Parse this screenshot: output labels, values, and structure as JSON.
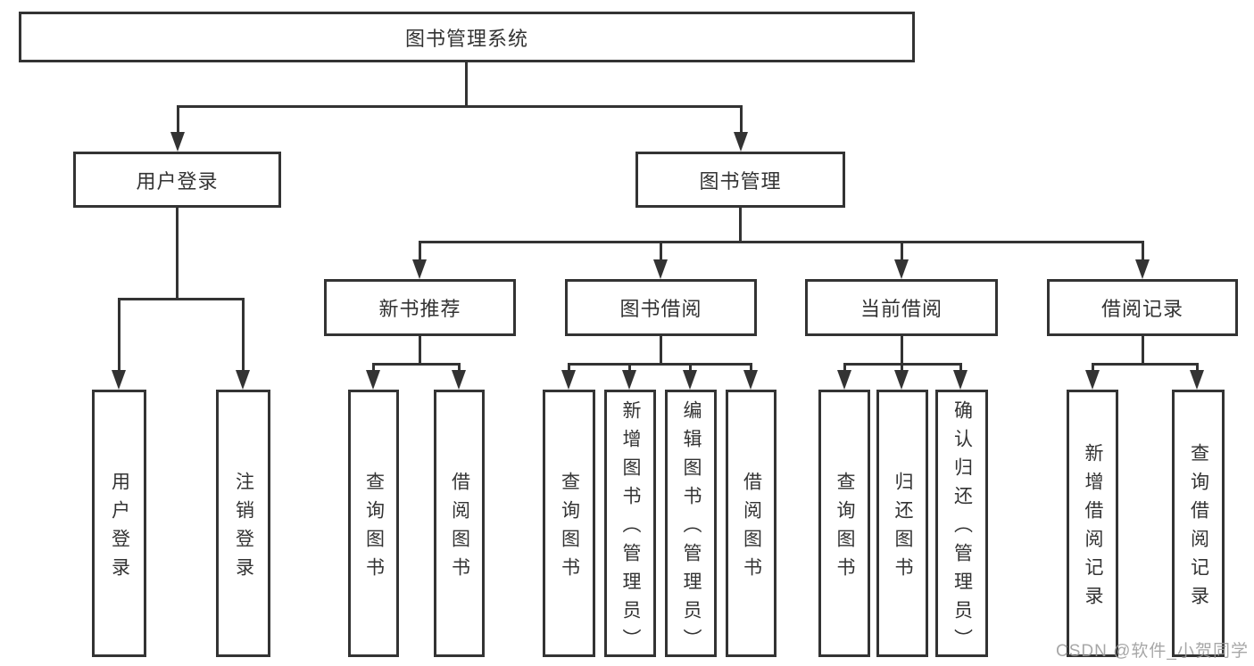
{
  "diagram": {
    "root": {
      "label": "图书管理系统"
    },
    "branches": [
      {
        "label": "用户登录",
        "children": [
          {
            "label": "用户登录"
          },
          {
            "label": "注销登录"
          }
        ]
      },
      {
        "label": "图书管理",
        "children": [
          {
            "label": "新书推荐",
            "children": [
              {
                "label": "查询图书"
              },
              {
                "label": "借阅图书"
              }
            ]
          },
          {
            "label": "图书借阅",
            "children": [
              {
                "label": "查询图书"
              },
              {
                "label": "新增图书（管理员）"
              },
              {
                "label": "编辑图书（管理员）"
              },
              {
                "label": "借阅图书"
              }
            ]
          },
          {
            "label": "当前借阅",
            "children": [
              {
                "label": "查询图书"
              },
              {
                "label": "归还图书"
              },
              {
                "label": "确认归还（管理员）"
              }
            ]
          },
          {
            "label": "借阅记录",
            "children": [
              {
                "label": "新增借阅记录"
              },
              {
                "label": "查询借阅记录"
              }
            ]
          }
        ]
      }
    ]
  },
  "watermark": {
    "text": "CSDN @软件_小贺同学"
  },
  "colors": {
    "line": "#333333",
    "text": "#333333",
    "node_background": "#ffffff",
    "page_background": "#ffffff",
    "watermark": "#9b9b9b"
  }
}
